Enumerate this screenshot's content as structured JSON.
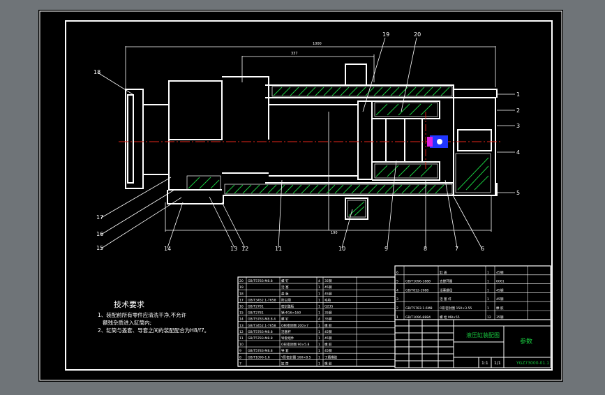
{
  "drawing": {
    "dims": {
      "total_length": "1000",
      "inner": "337",
      "stroke": "190"
    },
    "callouts_top": [
      "19",
      "20"
    ],
    "callouts_right": [
      "1",
      "2",
      "3",
      "4",
      "5"
    ],
    "callouts_left": [
      "18",
      "17",
      "16",
      "15"
    ],
    "callouts_bottom": [
      "14",
      "13",
      "12",
      "11",
      "10",
      "9",
      "8",
      "7",
      "6"
    ],
    "tech": {
      "title": "技术要求",
      "line1": "1、装配前所有零件应清洗干净,不允许",
      "line2": "   额残杂质进入缸筒内;",
      "line3": "2、缸筒与盖套、导套之间的装配配合为H8/f7。"
    },
    "bom_left_rows": [
      {
        "no": "20",
        "code": "GB/T5783-M8.8",
        "name": "螺   钉",
        "qty": "4",
        "mat": "35钢"
      },
      {
        "no": "19",
        "code": "",
        "name": "活   塞",
        "qty": "1",
        "mat": "45钢"
      },
      {
        "no": "18",
        "code": "",
        "name": "盖   板",
        "qty": "1",
        "mat": "45钢"
      },
      {
        "no": "17",
        "code": "GB/T3452.1-7658",
        "name": "防尘圈",
        "qty": "1",
        "mat": "毛毡"
      },
      {
        "no": "16",
        "code": "GB/T2781",
        "name": "密封盖板",
        "qty": "1",
        "mat": "Q235"
      },
      {
        "no": "15",
        "code": "GB/T2781",
        "name": "销 Φ16×160",
        "qty": "1",
        "mat": "35钢"
      },
      {
        "no": "14",
        "code": "GB/T5783-M8.8.4",
        "name": "螺   钉",
        "qty": "4",
        "mat": "35钢"
      },
      {
        "no": "13",
        "code": "GB/T3452.1-7658",
        "name": "O形密封圈 200×7",
        "qty": "1",
        "mat": "橡 胶"
      },
      {
        "no": "12",
        "code": "GB/T5783-M8.8",
        "name": "活塞杆",
        "qty": "1",
        "mat": "45钢"
      },
      {
        "no": "11",
        "code": "GB/T5783-M8.8",
        "name": "导套组件",
        "qty": "1",
        "mat": "45钢"
      },
      {
        "no": "10",
        "code": "",
        "name": "O形密封圈 90×5.8",
        "qty": "1",
        "mat": "橡 胶"
      },
      {
        "no": "9",
        "code": "GB/T5783-M8.8",
        "name": "导   套",
        "qty": "1",
        "mat": "45钢"
      },
      {
        "no": "8",
        "code": "GB/T1096-1.6",
        "name": "Y形密封圈 160×8.5",
        "qty": "1",
        "mat": "丁腈橡胶"
      },
      {
        "no": "7",
        "code": "",
        "name": "缸   筒",
        "qty": "1",
        "mat": "橡 胶"
      }
    ],
    "bom_right_rows": [
      {
        "no": "6",
        "code": "",
        "name": "缸   盖",
        "qty": "1",
        "mat": "45钢"
      },
      {
        "no": "5",
        "code": "GB/T1096-1888",
        "name": "支撑环圈",
        "qty": "1",
        "mat": "6061"
      },
      {
        "no": "4",
        "code": "GB/T812-1988",
        "name": "活塞螺母",
        "qty": "1",
        "mat": "45钢"
      },
      {
        "no": "3",
        "code": "",
        "name": "活 塞 杆",
        "qty": "1",
        "mat": "45钢"
      },
      {
        "no": "2",
        "code": "GB/T5783-1.6M8",
        "name": "O形密封圈 150×3.55",
        "qty": "1",
        "mat": "橡 胶"
      },
      {
        "no": "1",
        "code": "GB/T1096-8884",
        "name": "螺 栓 M8×55",
        "qty": "12",
        "mat": "35钢"
      }
    ],
    "title_block": {
      "part_name": "液压缸装配图",
      "scale": "1:1",
      "sheet": "1/1",
      "company": "参数",
      "drawing_no": "YGZ73000-01.1"
    }
  }
}
